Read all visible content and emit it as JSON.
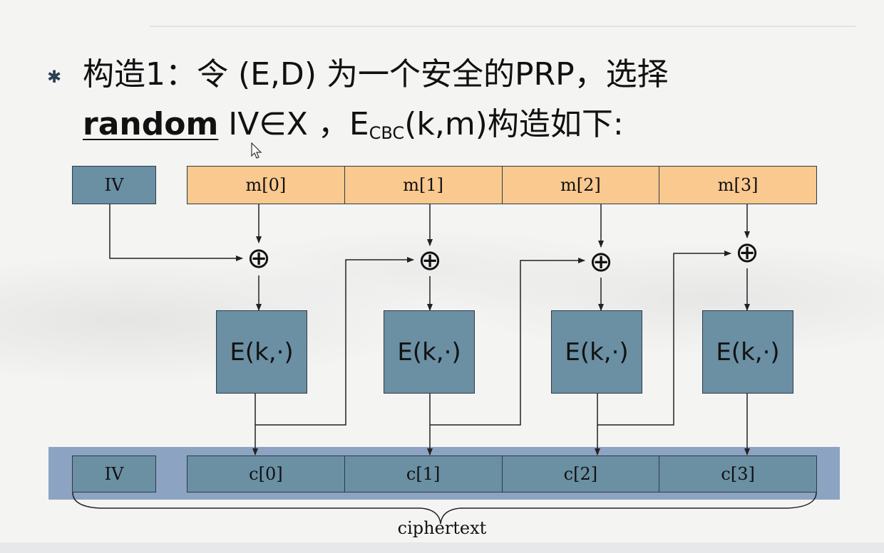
{
  "slide": {
    "bullet": "✱",
    "line1": "构造1：令 (E,D) 为一个安全的PRP，选择",
    "line2_bold": "random",
    "line2_a": " IV∈X ，E",
    "line2_sub": "CBC",
    "line2_b": "(k,m)构造如下:"
  },
  "diagram": {
    "iv_top": "IV",
    "messages": [
      "m[0]",
      "m[1]",
      "m[2]",
      "m[3]"
    ],
    "xor_symbol": "⊕",
    "encrypt_label": "E(k,·)",
    "iv_bottom": "IV",
    "ciphertexts": [
      "c[0]",
      "c[1]",
      "c[2]",
      "c[3]"
    ],
    "caption": "ciphertext"
  },
  "colors": {
    "block_fill": "#6b8fa3",
    "message_fill": "#f9c98f",
    "cipher_band": "#8da3c2"
  }
}
